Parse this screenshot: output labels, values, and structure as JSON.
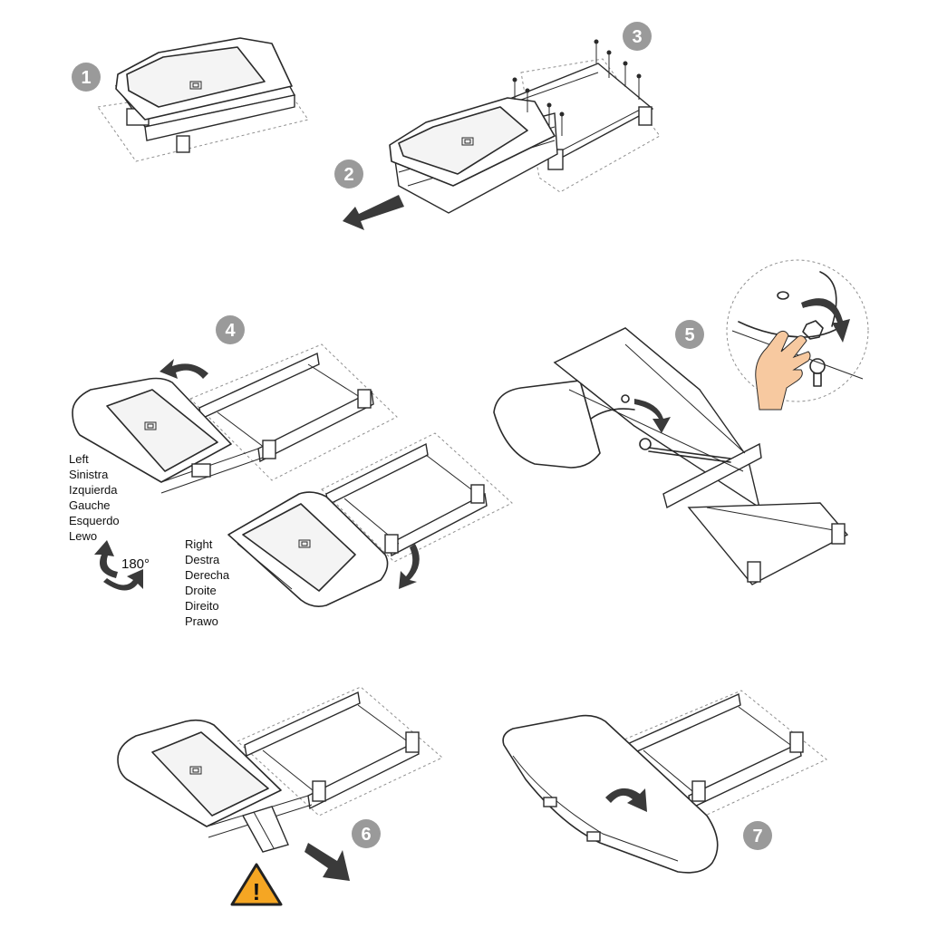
{
  "steps": [
    "1",
    "2",
    "3",
    "4",
    "5",
    "6",
    "7"
  ],
  "orientation": {
    "left": [
      "Left",
      "Sinistra",
      "Izquierda",
      "Gauche",
      "Esquerdo",
      "Lewo"
    ],
    "right": [
      "Right",
      "Destra",
      "Derecha",
      "Droite",
      "Direito",
      "Prawo"
    ],
    "rotation": "180°"
  },
  "warning_symbol": "!",
  "colors": {
    "badge": "#9a9a9a",
    "warning": "#f5a623",
    "skin": "#f7c9a0",
    "line": "#2a2a2a"
  }
}
